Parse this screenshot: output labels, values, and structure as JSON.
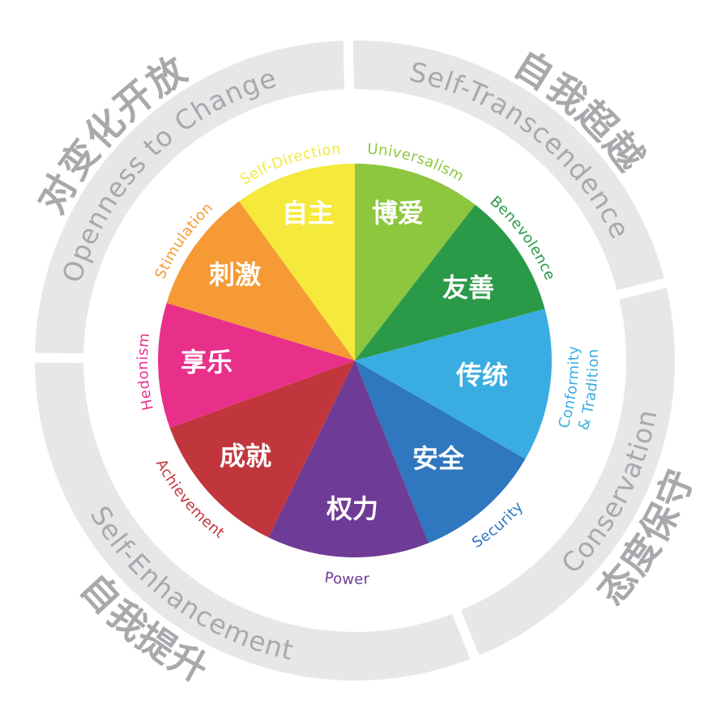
{
  "ring_color": "#e6e7e8",
  "ring_text_color": "#a7a9ac",
  "groups": [
    {
      "en": "Openness to Change",
      "zh": "对变化开放"
    },
    {
      "en": "Self-Transcendence",
      "zh": "自我超越"
    },
    {
      "en": "Conservation",
      "zh": "态度保守"
    },
    {
      "en": "Self-Enhancement",
      "zh": "自我提升"
    }
  ],
  "values": [
    {
      "en": "Universalism",
      "zh": "博爱",
      "color": "#8dc63f"
    },
    {
      "en": "Benevolence",
      "zh": "友善",
      "color": "#2a9a48"
    },
    {
      "en": "Conformity",
      "en2": "& Tradition",
      "zh": "传统",
      "color": "#39ade2"
    },
    {
      "en": "Security",
      "zh": "安全",
      "color": "#2f77bf"
    },
    {
      "en": "Power",
      "zh": "权力",
      "color": "#6e3b97"
    },
    {
      "en": "Achievement",
      "zh": "成就",
      "color": "#c1363c"
    },
    {
      "en": "Hedonism",
      "zh": "享乐",
      "color": "#e8308a"
    },
    {
      "en": "Stimulation",
      "zh": "刺激",
      "color": "#f59a34"
    },
    {
      "en": "Self-Direction",
      "zh": "自主",
      "color": "#f5e93c"
    }
  ]
}
